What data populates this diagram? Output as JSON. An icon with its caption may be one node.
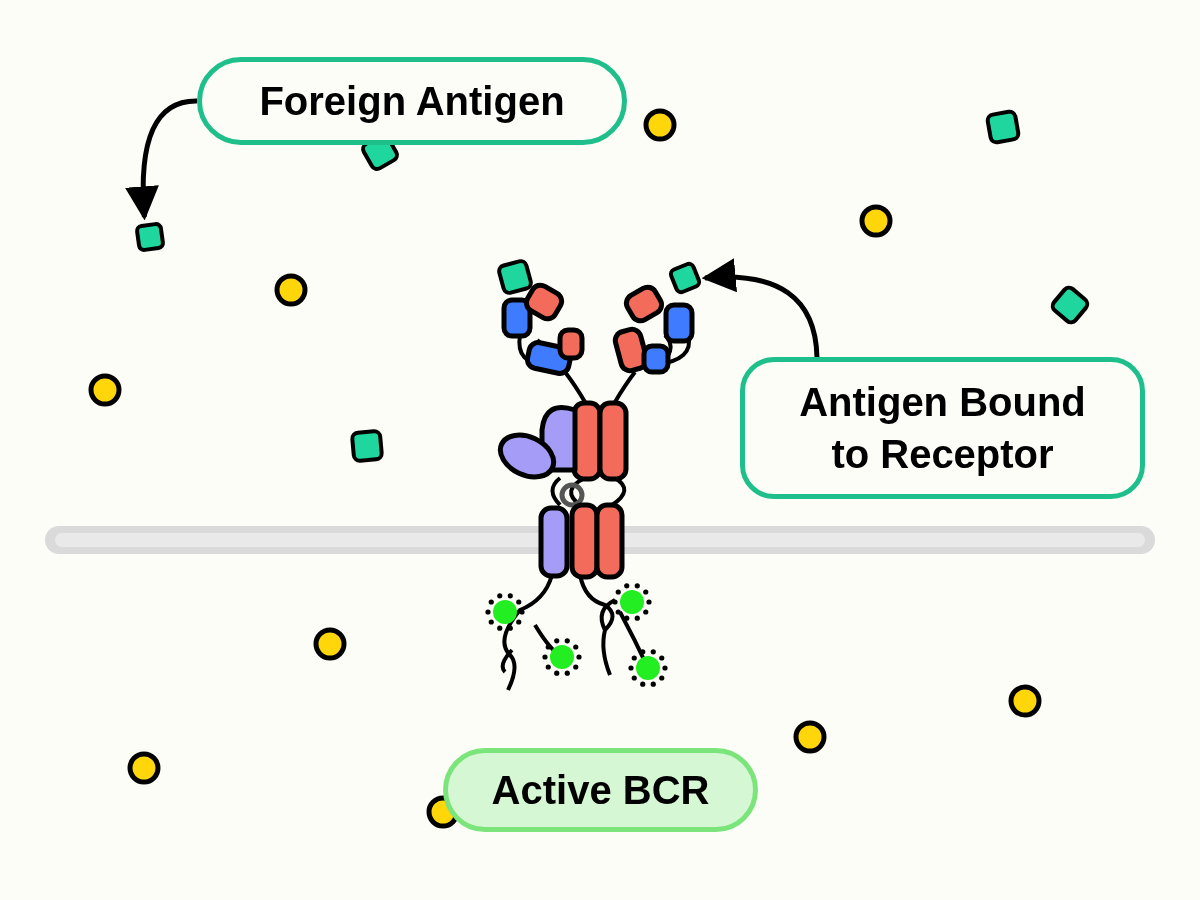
{
  "diagram": {
    "nodes": [
      {
        "text": [
          "Foreign Antigen"
        ]
      },
      {
        "text": [],
        "shape": "box"
      },
      {
        "text": [
          "Antigen Bound to Receptor"
        ]
      },
      {
        "text": [],
        "shape": "box"
      },
      {
        "text": [
          "Active BCR"
        ]
      }
    ],
    "edges": [
      {
        "from": 0,
        "to": 1,
        "arrow": "to"
      },
      {
        "from": 2,
        "to": 3,
        "arrow": "to"
      }
    ]
  }
}
